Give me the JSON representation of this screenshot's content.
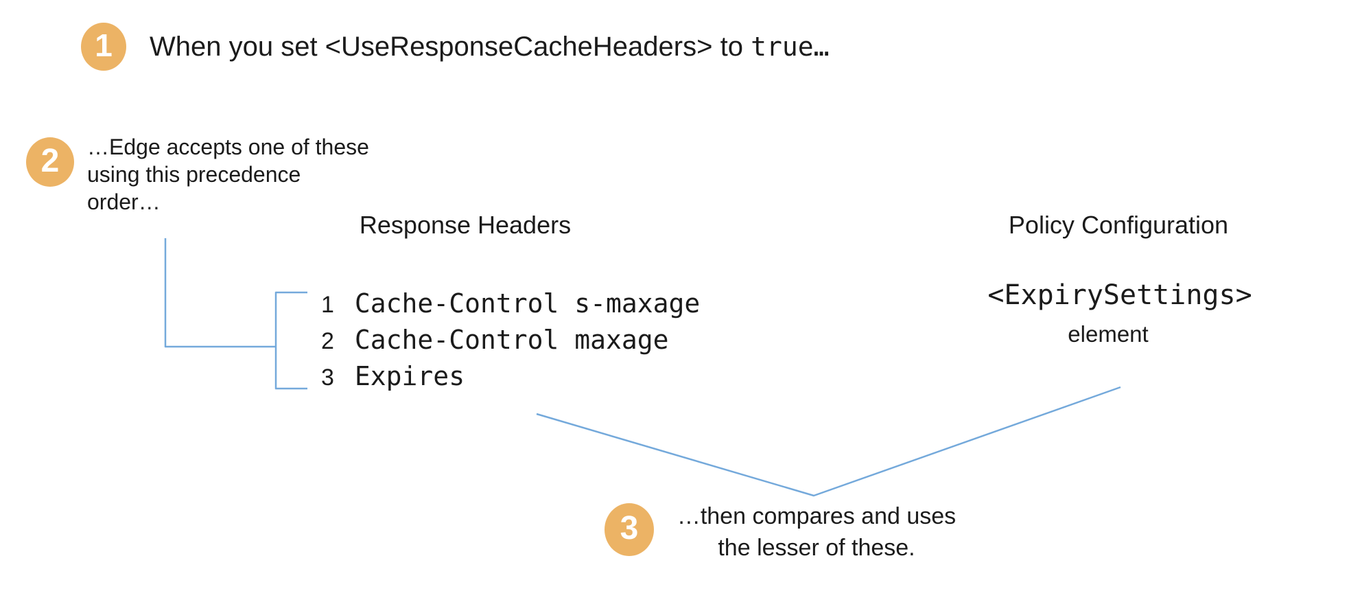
{
  "colors": {
    "badge_orange": "#ecb365",
    "line_blue": "#74a9db",
    "text": "#1b1b1b",
    "background": "#ffffff"
  },
  "step1": {
    "badge": "1",
    "text_prefix": "When you set <UseResponseCacheHeaders> to ",
    "code": "true…"
  },
  "step2": {
    "badge": "2",
    "lines": [
      "…Edge accepts one of these",
      "using this precedence",
      "order…"
    ]
  },
  "step3": {
    "badge": "3",
    "lines": [
      "…then compares and uses",
      "the lesser of these."
    ]
  },
  "response_headers": {
    "title": "Response Headers",
    "items": [
      {
        "rank": "1",
        "header": "Cache-Control s-maxage"
      },
      {
        "rank": "2",
        "header": "Cache-Control maxage"
      },
      {
        "rank": "3",
        "header": "Expires"
      }
    ]
  },
  "policy_configuration": {
    "title": "Policy Configuration",
    "code": "<ExpirySettings>",
    "label": "element"
  }
}
